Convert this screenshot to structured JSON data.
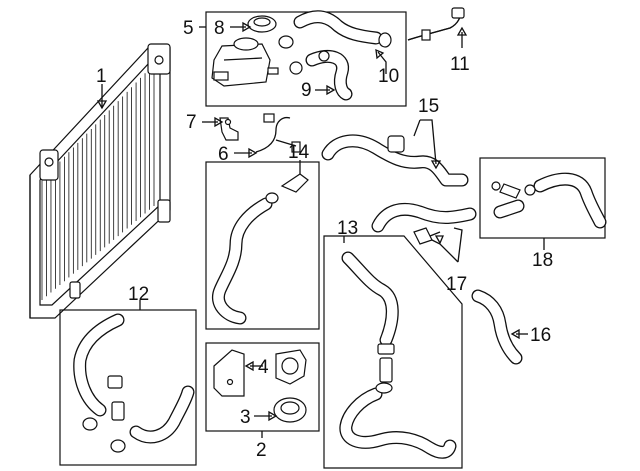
{
  "callouts": [
    {
      "id": "1",
      "text": "1"
    },
    {
      "id": "2",
      "text": "2"
    },
    {
      "id": "3",
      "text": "3"
    },
    {
      "id": "4",
      "text": "4"
    },
    {
      "id": "5",
      "text": "5"
    },
    {
      "id": "6",
      "text": "6"
    },
    {
      "id": "7",
      "text": "7"
    },
    {
      "id": "8",
      "text": "8"
    },
    {
      "id": "9",
      "text": "9"
    },
    {
      "id": "10",
      "text": "10"
    },
    {
      "id": "11",
      "text": "11"
    },
    {
      "id": "12",
      "text": "12"
    },
    {
      "id": "13",
      "text": "13"
    },
    {
      "id": "14",
      "text": "14"
    },
    {
      "id": "15",
      "text": "15"
    },
    {
      "id": "16",
      "text": "16"
    },
    {
      "id": "17",
      "text": "17"
    },
    {
      "id": "18",
      "text": "18"
    }
  ],
  "colors": {
    "line": "#111111",
    "background": "#ffffff"
  }
}
